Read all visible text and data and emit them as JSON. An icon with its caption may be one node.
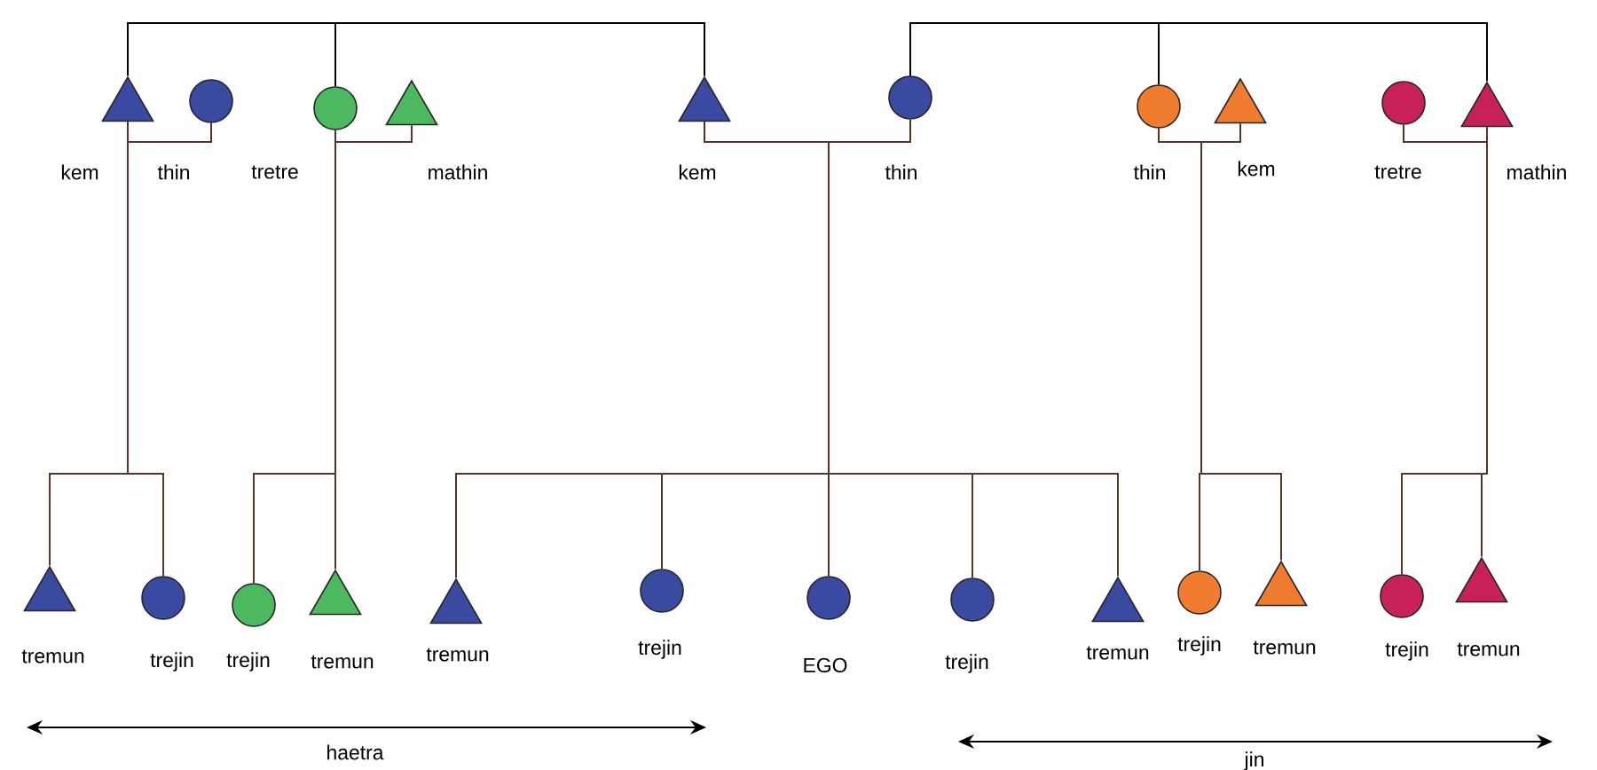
{
  "diagram": {
    "nodes": [
      {
        "text": [
          "kem"
        ]
      },
      {
        "text": [
          "thin"
        ]
      },
      {
        "text": [
          "tretre"
        ]
      },
      {
        "text": [
          "mathin"
        ]
      },
      {
        "text": [
          "kem"
        ]
      },
      {
        "text": [
          "thin"
        ]
      },
      {
        "text": [
          "thin"
        ]
      },
      {
        "text": [
          "kem"
        ]
      },
      {
        "text": [
          "tretre"
        ]
      },
      {
        "text": [
          "mathin"
        ]
      },
      {
        "text": [
          "tremun"
        ]
      },
      {
        "text": [
          "trejin"
        ]
      },
      {
        "text": [
          "trejin"
        ]
      },
      {
        "text": [
          "tremun"
        ]
      },
      {
        "text": [
          "tremun"
        ]
      },
      {
        "text": [
          "trejin"
        ]
      },
      {
        "text": [
          "EGO"
        ]
      },
      {
        "text": [
          "trejin"
        ]
      },
      {
        "text": [
          "tremun"
        ]
      },
      {
        "text": [
          "trejin"
        ]
      },
      {
        "text": [
          "tremun"
        ]
      },
      {
        "text": [
          "trejin"
        ]
      },
      {
        "text": [
          "tremun"
        ]
      }
    ],
    "edges": [
      {
        "from": 4,
        "to": 0,
        "arrow": "none",
        "color": "#000000"
      },
      {
        "from": 4,
        "to": 2,
        "arrow": "none",
        "color": "#000000"
      },
      {
        "from": 5,
        "to": 6,
        "arrow": "none",
        "color": "#000000"
      },
      {
        "from": 5,
        "to": 9,
        "arrow": "none",
        "color": "#000000"
      },
      {
        "from": 1,
        "to": 0,
        "arrow": "none"
      },
      {
        "from": 3,
        "to": 2,
        "arrow": "none"
      },
      {
        "from": 5,
        "to": 4,
        "arrow": "none"
      },
      {
        "from": 7,
        "to": 6,
        "arrow": "none"
      },
      {
        "from": 8,
        "to": 9,
        "arrow": "none"
      },
      {
        "from": 0,
        "to": 10,
        "arrow": "none"
      },
      {
        "from": 0,
        "to": 11,
        "arrow": "none"
      },
      {
        "from": 2,
        "to": 12,
        "arrow": "none"
      },
      {
        "from": 2,
        "to": 13,
        "arrow": "none"
      },
      {
        "from": 4,
        "to": 14,
        "arrow": "none"
      },
      {
        "from": 4,
        "to": 15,
        "arrow": "none"
      },
      {
        "from": 4,
        "to": 16,
        "arrow": "none"
      },
      {
        "from": 4,
        "to": 17,
        "arrow": "none"
      },
      {
        "from": 4,
        "to": 18,
        "arrow": "none"
      },
      {
        "from": 6,
        "to": 19,
        "arrow": "none"
      },
      {
        "from": 6,
        "to": 20,
        "arrow": "none"
      },
      {
        "from": 9,
        "to": 21,
        "arrow": "none"
      },
      {
        "from": 9,
        "to": 22,
        "arrow": "none"
      }
    ],
    "labels": [
      "haetra",
      "jin"
    ]
  }
}
